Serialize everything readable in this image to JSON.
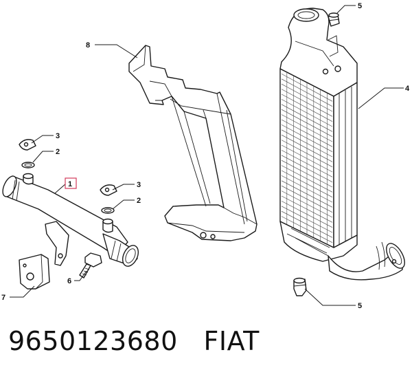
{
  "callouts": {
    "c1": "1",
    "c2a": "2",
    "c2b": "2",
    "c3a": "3",
    "c3b": "3",
    "c4": "4",
    "c5a": "5",
    "c5b": "5",
    "c6": "6",
    "c7": "7",
    "c8": "8"
  },
  "caption": {
    "part_number": "9650123680",
    "brand": "FIAT"
  },
  "colors": {
    "highlight_box": "#d23a5a",
    "line": "#1a1a1a"
  }
}
